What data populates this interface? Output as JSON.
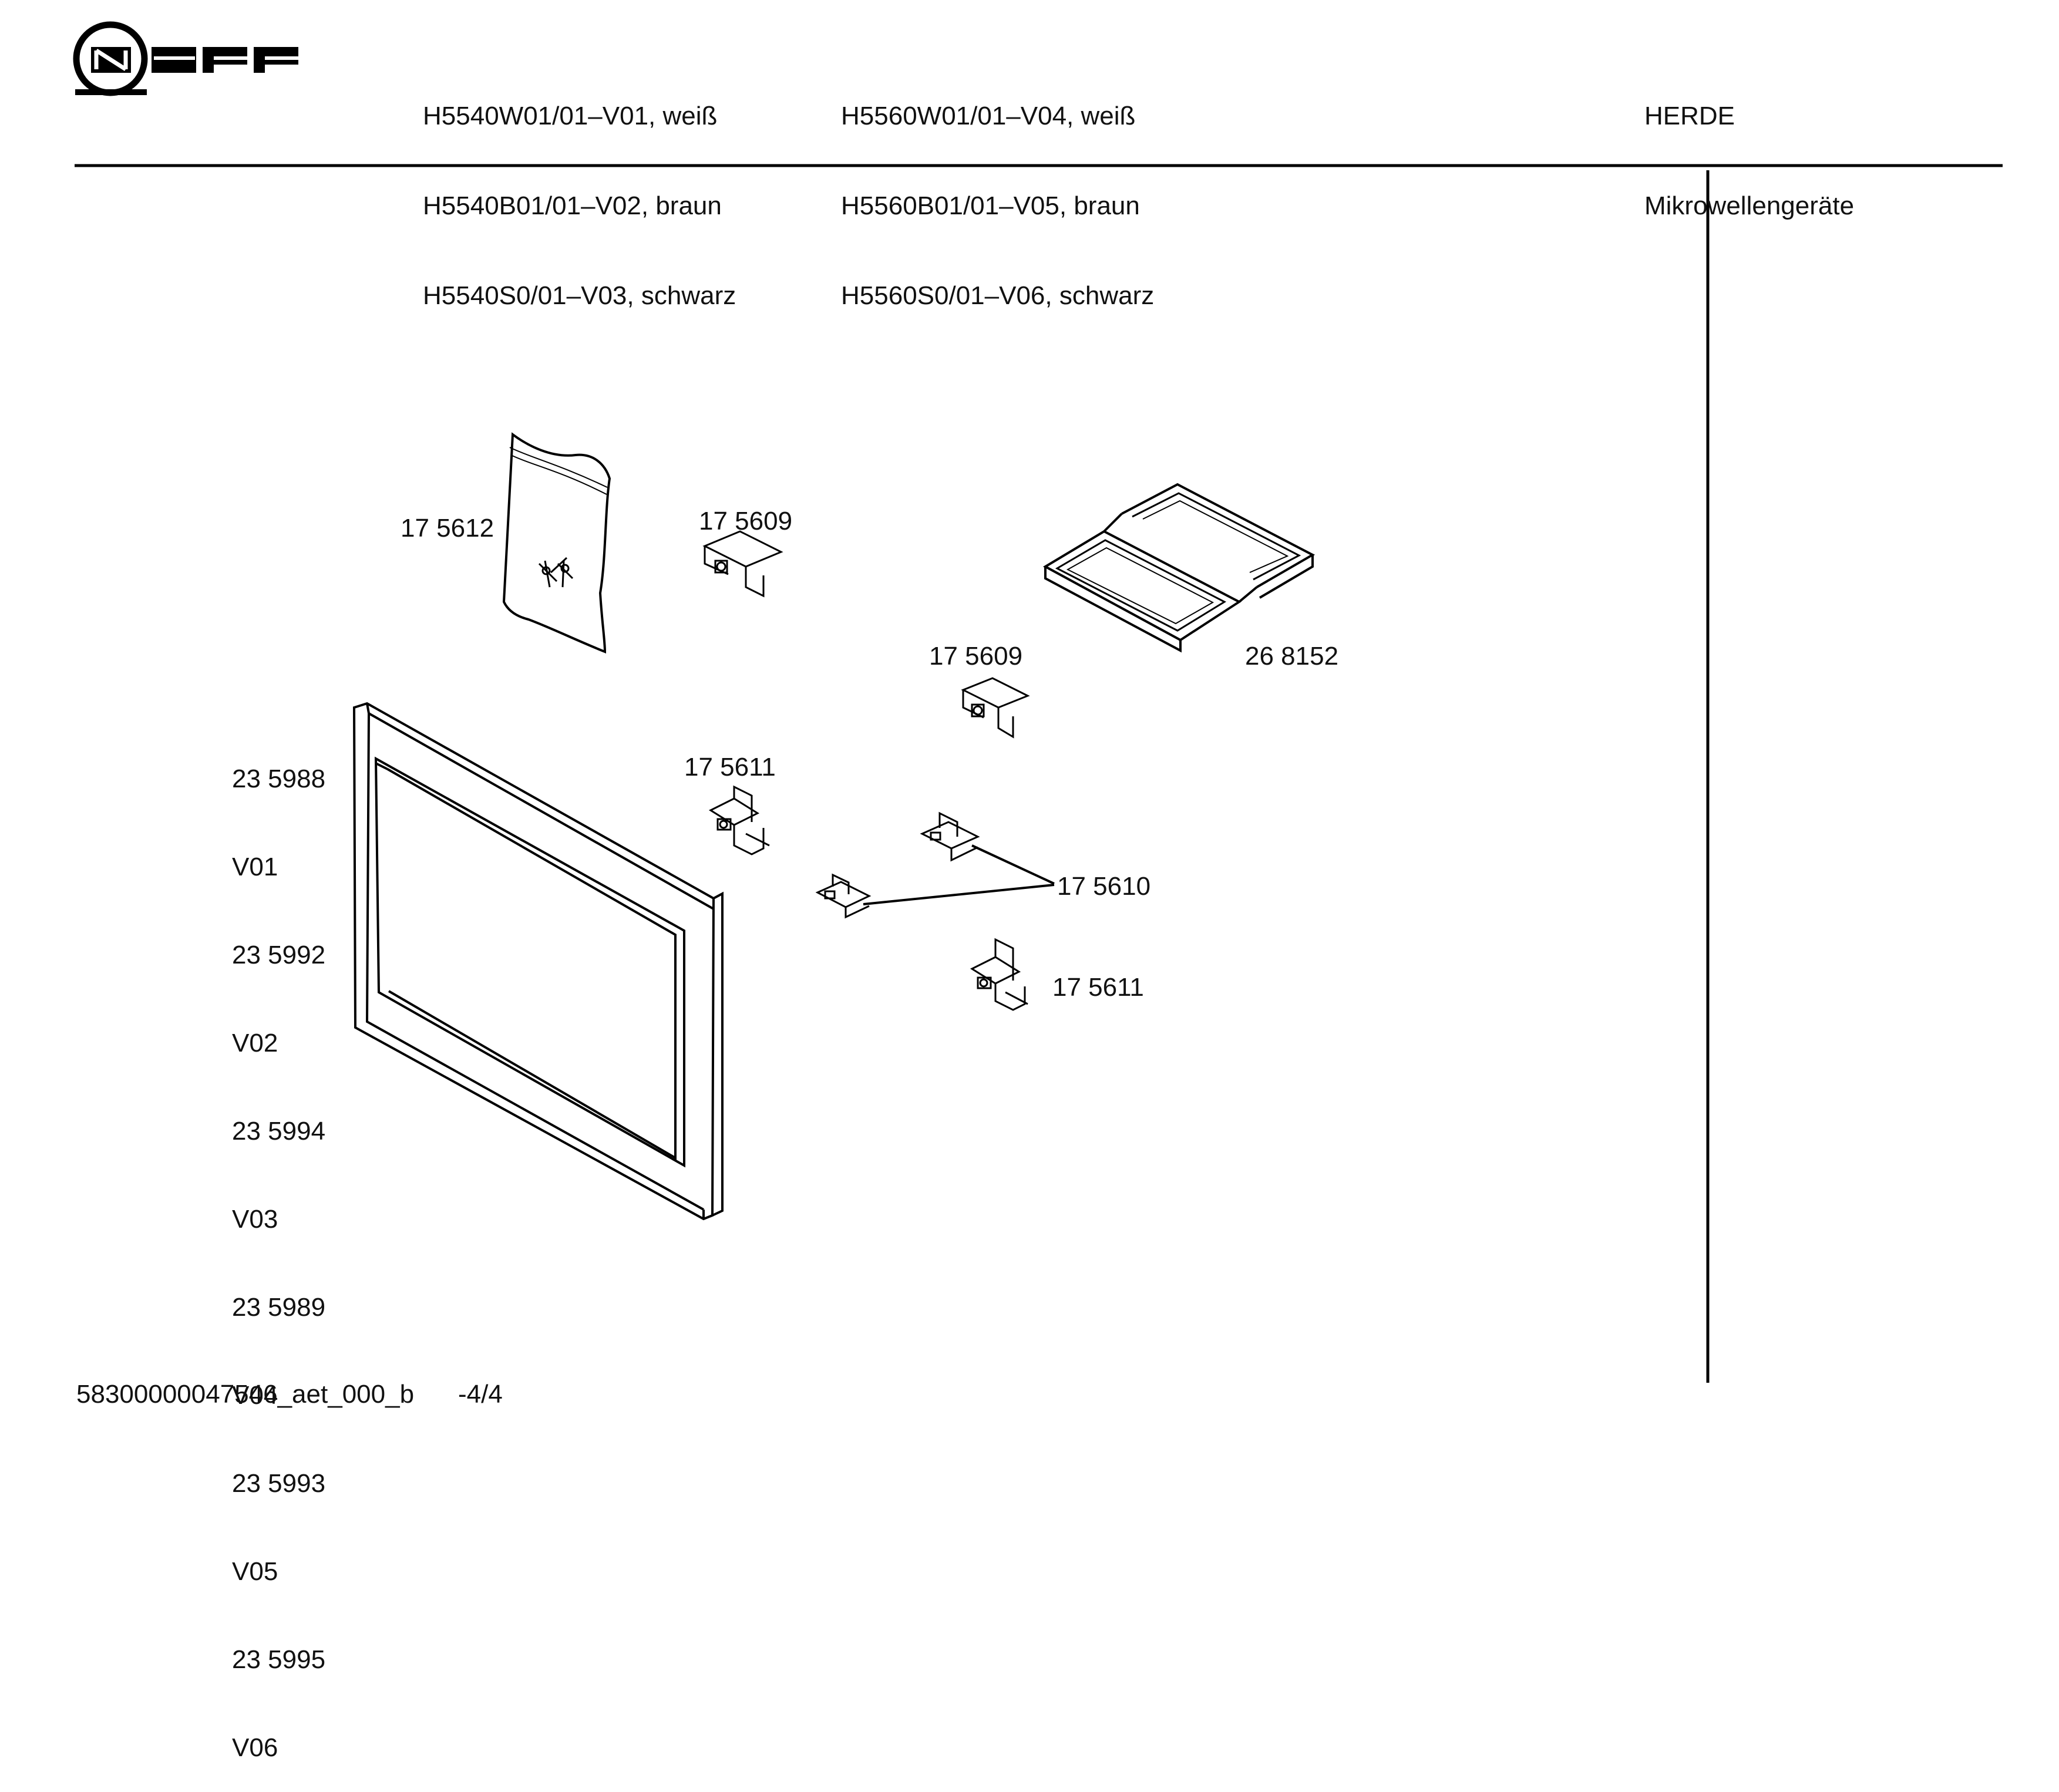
{
  "header": {
    "logo": "NEFF",
    "models_col1": [
      "H5540W01/01–V01, weiß",
      "H5540B01/01–V02, braun",
      "H5540S0/01–V03, schwarz"
    ],
    "models_col2": [
      "H5560W01/01–V04, weiß",
      "H5560B01/01–V05, braun",
      "H5560S0/01–V06, schwarz"
    ],
    "category": "HERDE",
    "subcategory": "Mikrowellengeräte"
  },
  "parts": {
    "bag": "17 5612",
    "bracket_top": "17 5609",
    "bracket_mid": "17 5609",
    "tray_pair": "26 8152",
    "hinge_upper": "17 5611",
    "hinge_lower": "17 5611",
    "clips": "17 5610",
    "frame_variants": [
      "23 5988",
      "V01",
      "23 5992",
      "V02",
      "23 5994",
      "V03",
      "23 5989",
      "V04",
      "23 5993",
      "V05",
      "23 5995",
      "V06"
    ]
  },
  "footer": {
    "doc_id": "58300000047546_aet_000_b",
    "page": "-4/4"
  }
}
